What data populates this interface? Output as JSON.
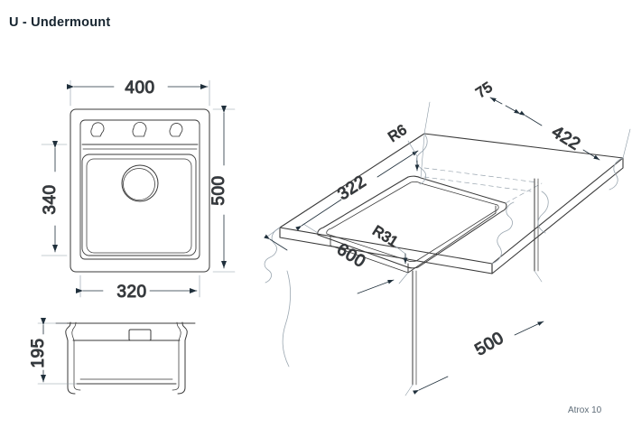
{
  "sheet": {
    "title": "U - Undermount",
    "footer": "Atrox 10",
    "background_color": "#ffffff",
    "line_color": "#3a3a3a",
    "text_color": "#1b2b3a"
  },
  "views": {
    "top": {
      "name": "top-view",
      "dimensions": {
        "overall_width": "400",
        "overall_height": "500",
        "bowl_width": "320",
        "bowl_height": "340"
      },
      "features": {
        "tap_holes": 3,
        "drain": "circle"
      }
    },
    "side": {
      "name": "side-elevation",
      "dimensions": {
        "depth": "195"
      },
      "features": {
        "overflow": "rectangular-slot"
      }
    },
    "isometric": {
      "name": "isometric-cutout-view",
      "dimensions": {
        "cutout_length": "322",
        "cutout_width": "600",
        "edge_offset": "75",
        "counter_depth": "422",
        "drop": "500",
        "corner_radius_small": "R6",
        "corner_radius_large": "R31"
      }
    }
  },
  "labels": {
    "d400": "400",
    "d500": "500",
    "d340": "340",
    "d320": "320",
    "d195": "195",
    "d322": "322",
    "d600": "600",
    "d75": "75",
    "d422": "422",
    "d500iso": "500",
    "r6": "R6",
    "r31": "R31"
  }
}
